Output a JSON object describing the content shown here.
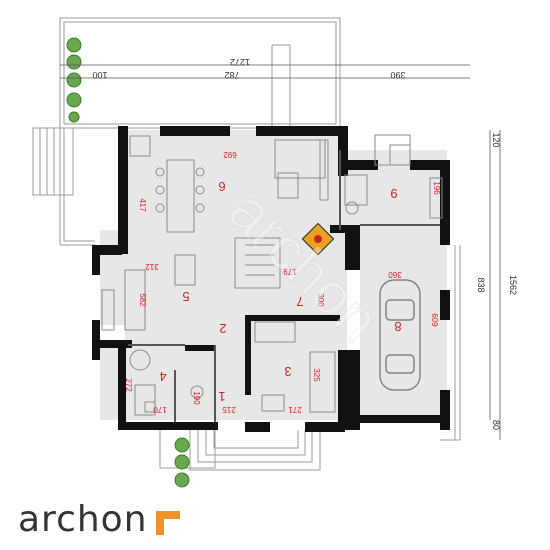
{
  "plan": {
    "dimensions": {
      "total_width": "1272",
      "seg_left": "100",
      "seg_mid": "782",
      "seg_right": "390",
      "right_top": "120",
      "right_total": "1562",
      "right_mid": "838",
      "right_bottom": "80"
    },
    "rooms": {
      "r1": "1",
      "r2": "2",
      "r3": "3",
      "r4": "4",
      "r5": "5",
      "r6": "6",
      "r7": "7",
      "r8": "8",
      "r9": "9"
    },
    "room_dims": {
      "d692": "692",
      "d417": "417",
      "d312": "312",
      "d582": "582",
      "d179": "179",
      "d300": "300",
      "d360": "360",
      "d609": "609",
      "d196": "196",
      "d325": "325",
      "d271": "271",
      "d215": "215",
      "d190": "190",
      "d170": "170",
      "d272": "272"
    },
    "watermark": "archon"
  },
  "logo": {
    "text": "archon",
    "colors": {
      "text": "#333333",
      "accent": "#f0932b"
    }
  }
}
